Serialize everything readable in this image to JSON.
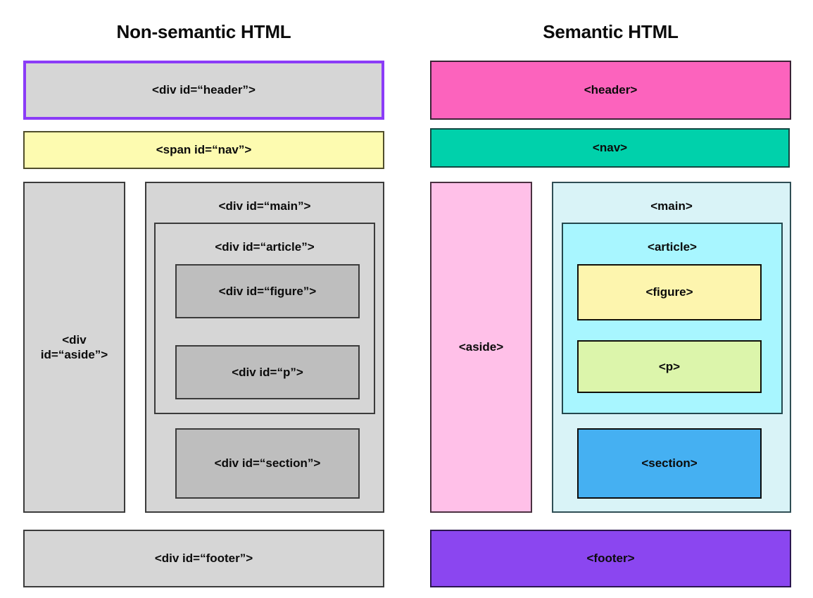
{
  "diagram": {
    "title_left": "Non-semantic HTML",
    "title_right": "Semantic HTML",
    "non_semantic": {
      "header": "<div id=“header”>",
      "nav": "<span id=“nav”>",
      "aside": "<div\nid=“aside”>",
      "main": "<div id=“main”>",
      "article": "<div id=“article”>",
      "figure": "<div id=“figure”>",
      "paragraph": "<div id=“p”>",
      "section": "<div id=“section”>",
      "footer": "<div id=“footer”>"
    },
    "semantic": {
      "header": "<header>",
      "nav": "<nav>",
      "aside": "<aside>",
      "main": "<main>",
      "article": "<article>",
      "figure": "<figure>",
      "paragraph": "<p>",
      "section": "<section>",
      "footer": "<footer>"
    },
    "colors": {
      "non_semantic_fill": "#d6d6d6",
      "non_semantic_inner_fill": "#bebebe",
      "non_semantic_header_border": "#8b3cf7",
      "non_semantic_nav_fill": "#fdfbb0",
      "semantic_header_fill": "#fc63bd",
      "semantic_nav_fill": "#00d1ab",
      "semantic_aside_fill": "#ffc0e8",
      "semantic_main_fill": "#d9f3f7",
      "semantic_article_fill": "#a8f6ff",
      "semantic_figure_fill": "#fdf5ae",
      "semantic_p_fill": "#dcf5ab",
      "semantic_section_fill": "#45b0f2",
      "semantic_footer_fill": "#8b46f0",
      "outline": "#3b3b3b",
      "page_background": "#ffffff",
      "text": "#0b0b0b"
    }
  }
}
